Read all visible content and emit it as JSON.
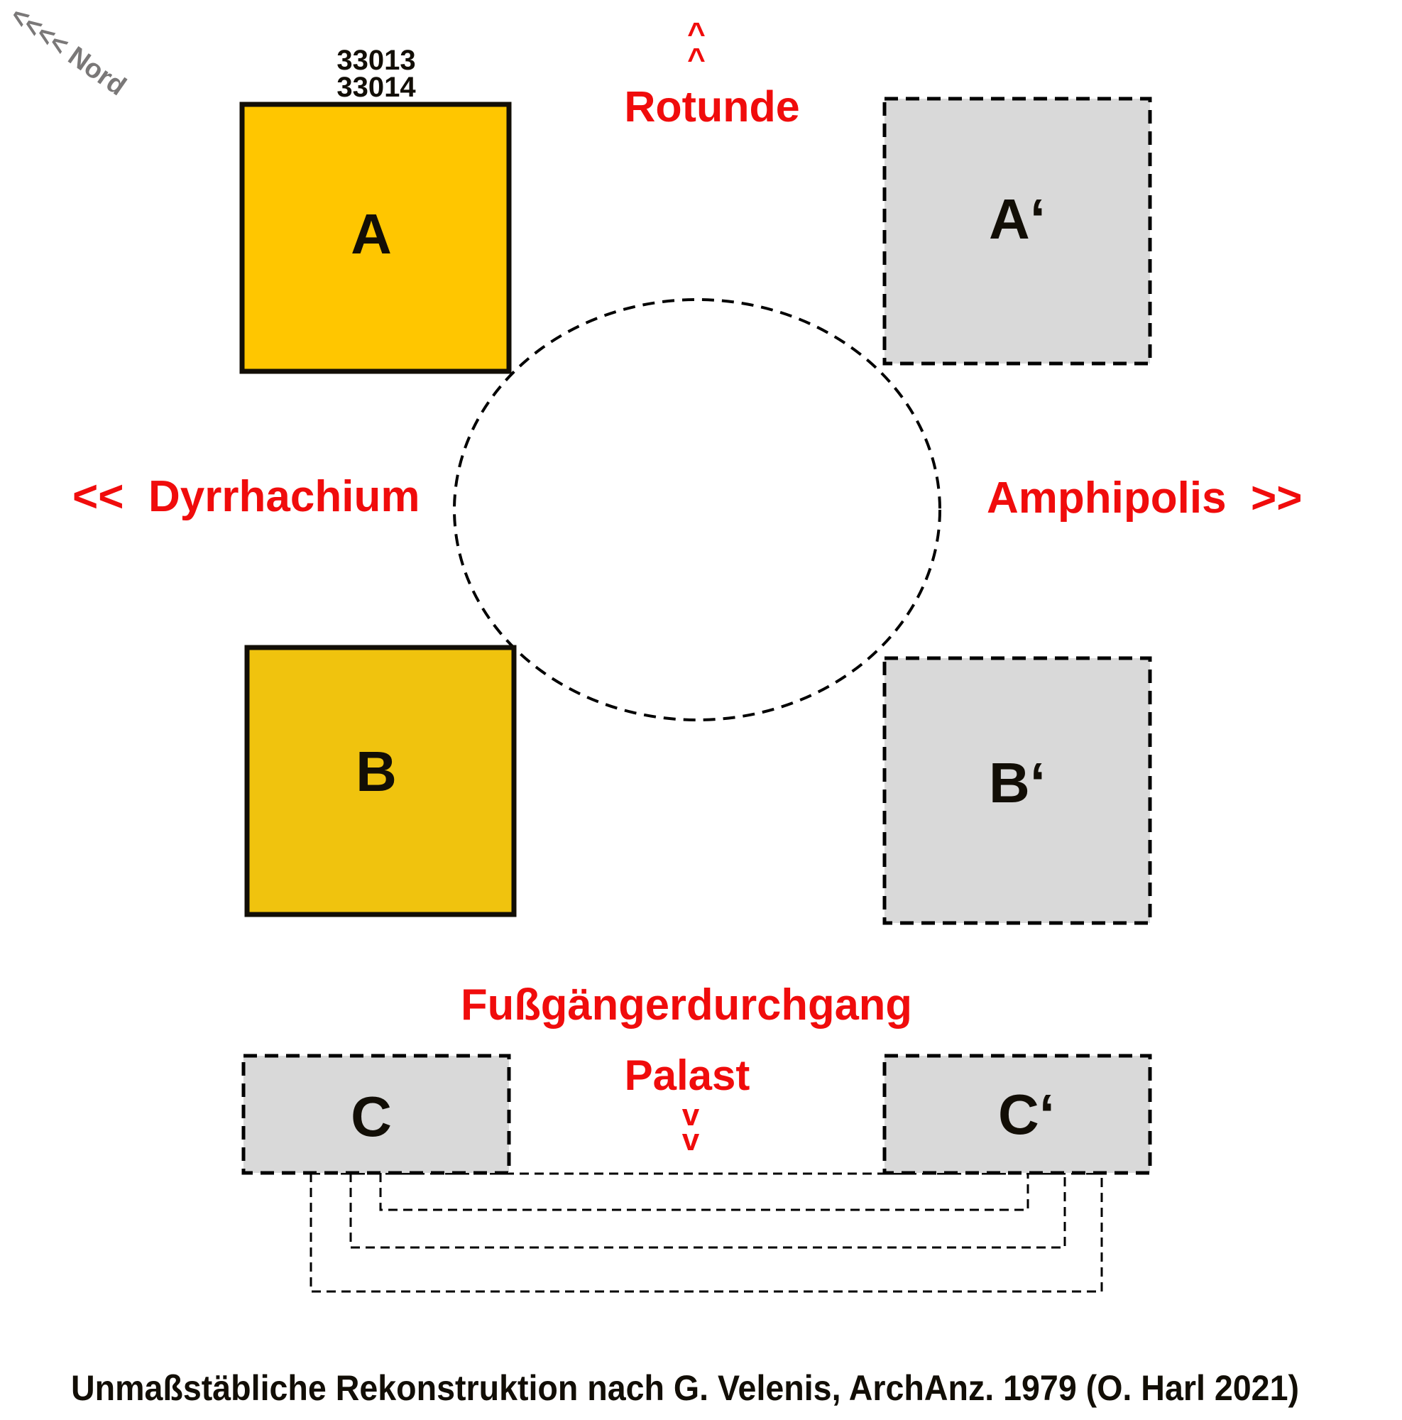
{
  "north_indicator": "<<<< Nord",
  "block_a_numbers": [
    "33013",
    "33014"
  ],
  "directions": {
    "top": {
      "arrow": "^",
      "label": "Rotunde"
    },
    "left": {
      "arrow": "<<",
      "label": "Dyrrhachium"
    },
    "right": {
      "arrow": ">>",
      "label": "Amphipolis"
    },
    "passage": "Fußgängerdurchgang",
    "bottom": {
      "arrow": "v",
      "label": "Palast"
    }
  },
  "blocks": [
    {
      "id": "A",
      "label": "A",
      "status": "preserved",
      "fill": "#ffc600"
    },
    {
      "id": "A_prime",
      "label": "A‘",
      "status": "reconstructed",
      "fill": "#d9d9d9"
    },
    {
      "id": "B",
      "label": "B",
      "status": "preserved",
      "fill": "#f0c30e"
    },
    {
      "id": "B_prime",
      "label": "B‘",
      "status": "reconstructed",
      "fill": "#d9d9d9"
    },
    {
      "id": "C",
      "label": "C",
      "status": "reconstructed",
      "fill": "#d9d9d9"
    },
    {
      "id": "C_prime",
      "label": "C‘",
      "status": "reconstructed",
      "fill": "#d9d9d9"
    }
  ],
  "colors": {
    "label_red": "#f00c0c",
    "text_dark": "#120e06",
    "nord_gray": "#7a7878"
  },
  "caption": "Unmaßstäbliche Rekonstruktion nach G. Velenis, ArchAnz. 1979 (O. Harl  2021)"
}
